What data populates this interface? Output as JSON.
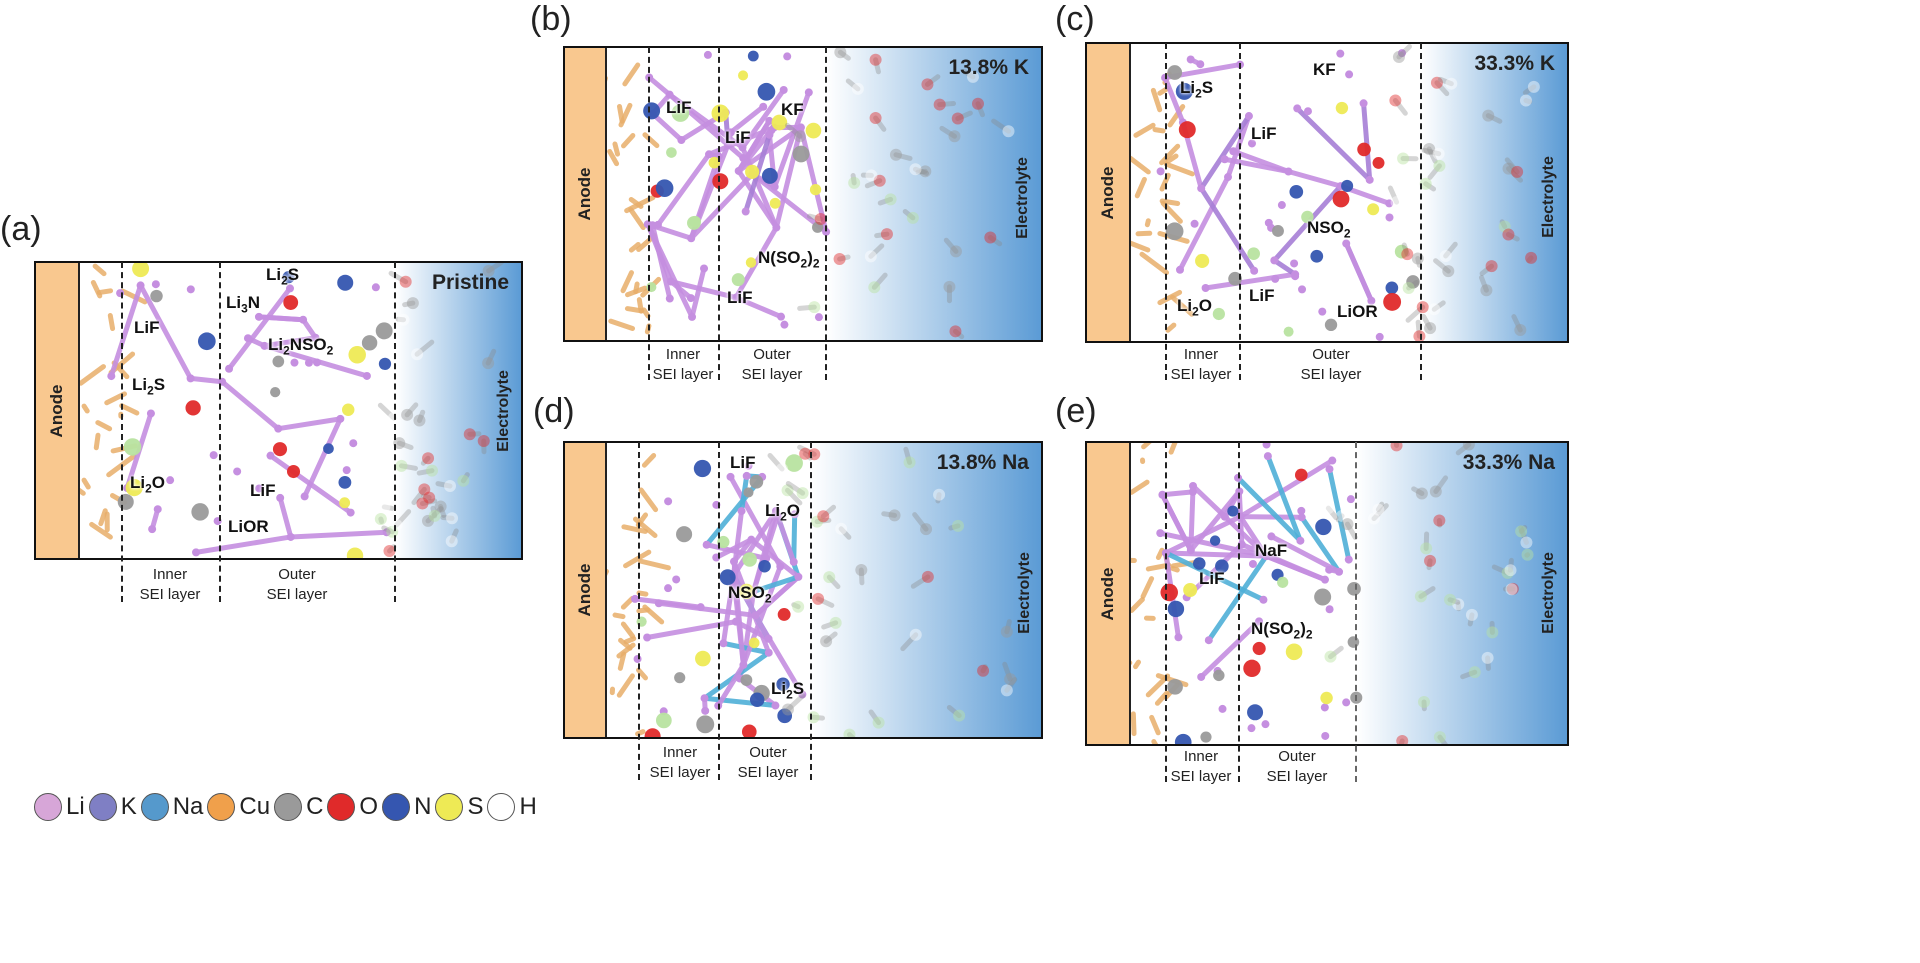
{
  "panels": {
    "a": {
      "letter": "(a)",
      "anode": "Anode",
      "electrolyte": "Electrolyte",
      "condition": "Pristine",
      "inner": [
        "Inner",
        "SEI layer"
      ],
      "outer": [
        "Outer",
        "SEI layer"
      ]
    },
    "b": {
      "letter": "(b)",
      "anode": "Anode",
      "electrolyte": "Electrolyte",
      "condition": "13.8% K",
      "inner": [
        "Inner",
        "SEI layer"
      ],
      "outer": [
        "Outer",
        "SEI layer"
      ]
    },
    "c": {
      "letter": "(c)",
      "anode": "Anode",
      "electrolyte": "Electrolyte",
      "condition": "33.3% K",
      "inner": [
        "Inner",
        "SEI layer"
      ],
      "outer": [
        "Outer",
        "SEI layer"
      ]
    },
    "d": {
      "letter": "(d)",
      "anode": "Anode",
      "electrolyte": "Electrolyte",
      "condition": "13.8% Na",
      "inner": [
        "Inner",
        "SEI layer"
      ],
      "outer": [
        "Outer",
        "SEI layer"
      ]
    },
    "e": {
      "letter": "(e)",
      "anode": "Anode",
      "electrolyte": "Electrolyte",
      "condition": "33.3% Na",
      "inner": [
        "Inner",
        "SEI layer"
      ],
      "outer": [
        "Outer",
        "SEI layer"
      ]
    }
  },
  "labels": {
    "a": [
      [
        "LiF",
        ""
      ],
      [
        "Li",
        "2",
        "S"
      ],
      [
        "Li",
        "3",
        "N"
      ],
      [
        "Li",
        "2",
        "NSO",
        "2"
      ],
      [
        "Li",
        "2",
        "S"
      ],
      [
        "Li",
        "2",
        "O"
      ],
      [
        "LiF",
        ""
      ],
      [
        "LiOR",
        ""
      ]
    ],
    "b": [
      [
        "LiF"
      ],
      [
        "KF"
      ],
      [
        "LiF"
      ],
      [
        "N(SO",
        "2",
        ")",
        "2"
      ],
      [
        "LiF"
      ]
    ],
    "c": [
      [
        "Li",
        "2",
        "S"
      ],
      [
        "KF"
      ],
      [
        "LiF"
      ],
      [
        "NSO",
        "2"
      ],
      [
        "Li",
        "2",
        "O"
      ],
      [
        "LiF"
      ],
      [
        "LiOR"
      ]
    ],
    "d": [
      [
        "LiF"
      ],
      [
        "Li",
        "2",
        "O"
      ],
      [
        "NSO",
        "2"
      ],
      [
        "Li",
        "2",
        "S"
      ]
    ],
    "e": [
      [
        "NaF"
      ],
      [
        "LiF"
      ],
      [
        "N(SO",
        "2",
        ")",
        "2"
      ]
    ]
  },
  "legend": [
    {
      "symbol": "Li",
      "color": "#d7a6d8"
    },
    {
      "symbol": "K",
      "color": "#7f7fc4"
    },
    {
      "symbol": "Na",
      "color": "#5599cc"
    },
    {
      "symbol": "Cu",
      "color": "#f0a04b"
    },
    {
      "symbol": "C",
      "color": "#9a9a9a"
    },
    {
      "symbol": "O",
      "color": "#e02a2a"
    },
    {
      "symbol": "N",
      "color": "#3556b0"
    },
    {
      "symbol": "S",
      "color": "#eeea55"
    },
    {
      "symbol": "H",
      "color": "#ffffff"
    }
  ],
  "colors": {
    "anode": "#f9c88f",
    "electrolyte": "#5b9bd5",
    "li_bond": "#c58fe0",
    "k_bond": "#a77fd6",
    "na_bond": "#4fb0d8",
    "cu": "#e8ae6a"
  }
}
